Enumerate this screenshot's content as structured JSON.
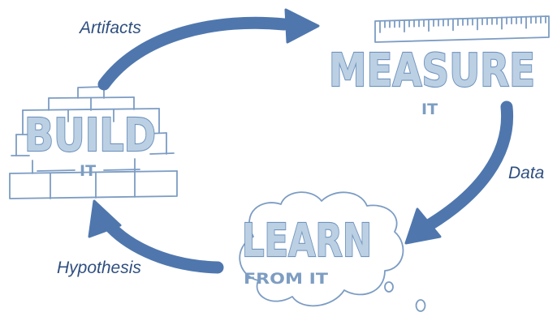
{
  "labels": {
    "artifacts": "Artifacts",
    "data": "Data",
    "hypothesis": "Hypothesis"
  },
  "stages": {
    "build": {
      "title": "BUILD",
      "sub": "IT"
    },
    "measure": {
      "title": "MEASURE",
      "sub": "IT"
    },
    "learn": {
      "title": "LEARN",
      "sub": "FROM IT"
    }
  },
  "colors": {
    "arrow": "#4f77ae",
    "label": "#2f4f80",
    "word_fill": "#bcd0e4",
    "word_stroke": "#6f93bd",
    "sketch": "#7c9cc3"
  },
  "icons": [
    "brick-wall-icon",
    "ruler-icon",
    "thought-cloud-icon"
  ]
}
